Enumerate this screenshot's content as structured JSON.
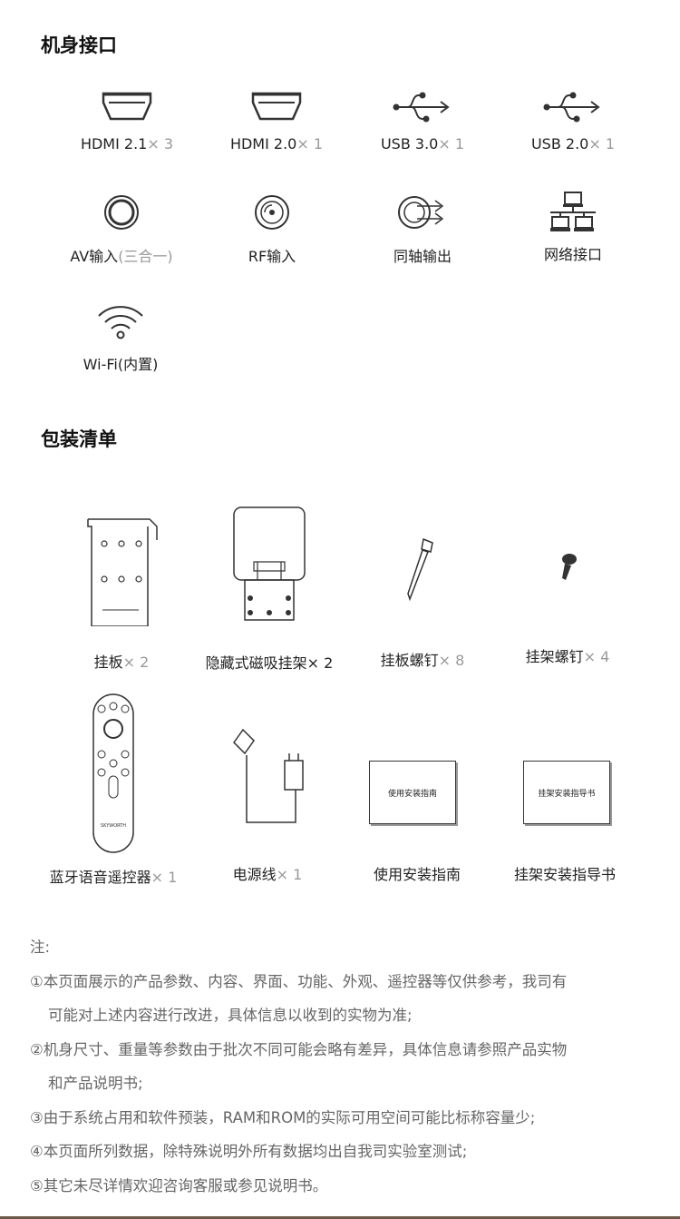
{
  "ports_section": {
    "title": "机身接口",
    "items": [
      {
        "name": "HDMI 2.1",
        "qty": "× 3",
        "icon": "hdmi-icon"
      },
      {
        "name": "HDMI 2.0",
        "qty": "× 1",
        "icon": "hdmi-icon"
      },
      {
        "name": "USB 3.0",
        "qty": "× 1",
        "icon": "usb-icon"
      },
      {
        "name": "USB 2.0",
        "qty": "× 1",
        "icon": "usb-icon"
      },
      {
        "name": "AV输入",
        "qty": "(三合一)",
        "icon": "av-icon"
      },
      {
        "name": "RF输入",
        "qty": "",
        "icon": "rf-icon"
      },
      {
        "name": "同轴输出",
        "qty": "",
        "icon": "coaxial-icon"
      },
      {
        "name": "网络接口",
        "qty": "",
        "icon": "network-icon"
      },
      {
        "name": "Wi-Fi(内置)",
        "qty": "",
        "icon": "wifi-icon"
      }
    ]
  },
  "package_section": {
    "title": "包装清单",
    "items": [
      {
        "name": "挂板",
        "qty": "× 2"
      },
      {
        "name": "隐藏式磁吸挂架",
        "qty": "× 2"
      },
      {
        "name": "挂板螺钉",
        "qty": "× 8"
      },
      {
        "name": "挂架螺钉",
        "qty": "× 4"
      },
      {
        "name": "蓝牙语音遥控器",
        "qty": "× 1",
        "logo": "SKYWORTH"
      },
      {
        "name": "电源线",
        "qty": "× 1"
      },
      {
        "name": "使用安装指南",
        "qty": "",
        "book_text": "使用安装指南"
      },
      {
        "name": "挂架安装指导书",
        "qty": "",
        "book_text": "挂架安装指导书"
      }
    ]
  },
  "notes": {
    "title": "注:",
    "items": [
      "①本页面展示的产品参数、内容、界面、功能、外观、遥控器等仅供参考，我司有",
      "可能对上述内容进行改进，具体信息以收到的实物为准;",
      "②机身尺寸、重量等参数由于批次不同可能会略有差异，具体信息请参照产品实物",
      "和产品说明书;",
      "③由于系统占用和软件预装，RAM和ROM的实际可用空间可能比标称容量少;",
      "④本页面所列数据，除特殊说明外所有数据均出自我司实验室测试;",
      "⑤其它未尽详情欢迎咨询客服或参见说明书。"
    ]
  }
}
